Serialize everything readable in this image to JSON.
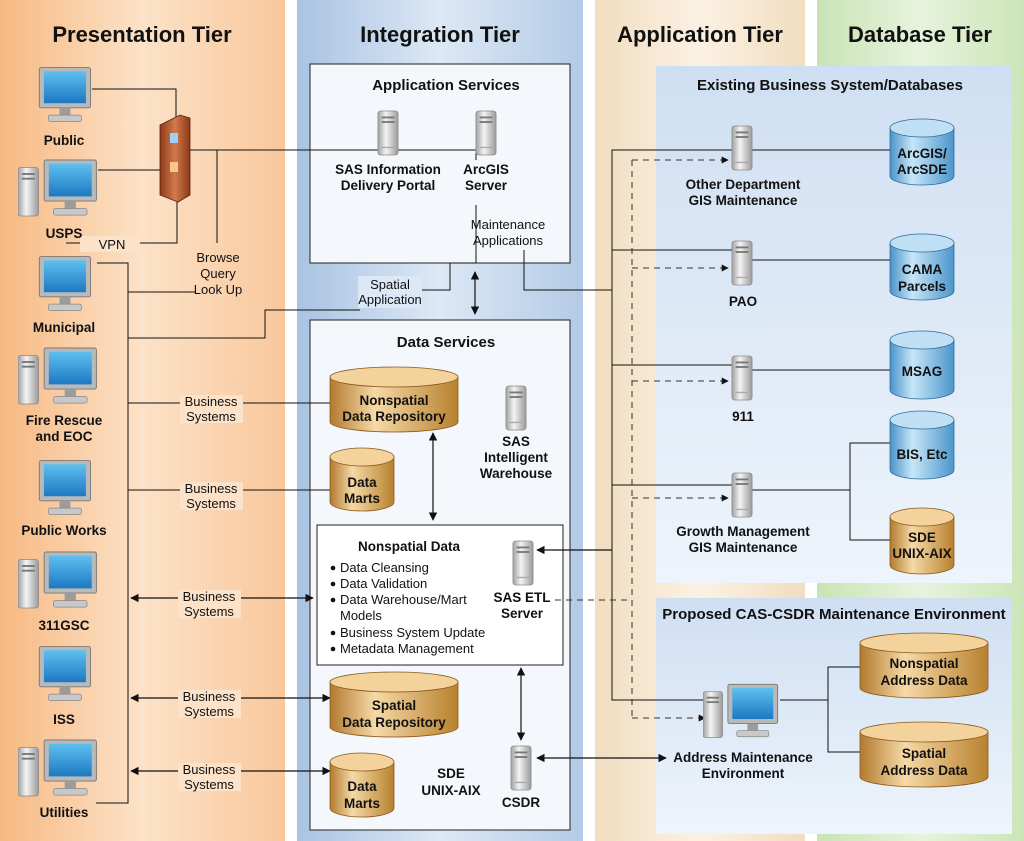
{
  "tiers": {
    "presentation": "Presentation Tier",
    "integration": "Integration Tier",
    "application": "Application Tier",
    "database": "Database Tier"
  },
  "users": {
    "public": "Public",
    "usps": "USPS",
    "municipal": "Municipal",
    "fire1": "Fire Rescue",
    "fire2": "and EOC",
    "public_works": "Public Works",
    "gsc": "311GSC",
    "iss": "ISS",
    "utilities": "Utilities"
  },
  "labels": {
    "vpn": "VPN",
    "browse": "Browse",
    "query": "Query",
    "lookup": "Look Up",
    "spatial_app1": "Spatial",
    "spatial_app2": "Application",
    "biz1": "Business",
    "biz2": "Systems"
  },
  "app_services": {
    "title": "Application Services",
    "sas1": "SAS Information",
    "sas2": "Delivery Portal",
    "arcgis1": "ArcGIS",
    "arcgis2": "Server",
    "maint1": "Maintenance",
    "maint2": "Applications"
  },
  "data_services": {
    "title": "Data Services",
    "nonspatial_repo1": "Nonspatial",
    "nonspatial_repo2": "Data Repository",
    "data": "Data",
    "marts": "Marts",
    "sas_iw1": "SAS",
    "sas_iw2": "Intelligent",
    "sas_iw3": "Warehouse",
    "nonspatial_title": "Nonspatial Data",
    "bullets": [
      "Data Cleansing",
      "Data Validation",
      "Data Warehouse/Mart",
      "Models",
      "Business System Update",
      "Metadata Management"
    ],
    "etl1": "SAS ETL",
    "etl2": "Server",
    "spatial_repo1": "Spatial",
    "spatial_repo2": "Data Repository",
    "sde1": "SDE",
    "sde2": "UNIX-AIX",
    "csdr": "CSDR"
  },
  "existing": {
    "title": "Existing Business System/Databases",
    "other1": "Other Department",
    "other2": "GIS Maintenance",
    "pao": "PAO",
    "n911": "911",
    "growth1": "Growth Management",
    "growth2": "GIS Maintenance",
    "arcsde1": "ArcGIS/",
    "arcsde2": "ArcSDE",
    "cama1": "CAMA",
    "cama2": "Parcels",
    "msag": "MSAG",
    "bis": "BIS, Etc",
    "sde1": "SDE",
    "sde2": "UNIX-AIX"
  },
  "proposed": {
    "title": "Proposed CAS-CSDR Maintenance Environment",
    "addr1": "Address Maintenance",
    "addr2": "Environment",
    "nonspatial1": "Nonspatial",
    "nonspatial2": "Address Data",
    "spatial1": "Spatial",
    "spatial2": "Address Data"
  }
}
